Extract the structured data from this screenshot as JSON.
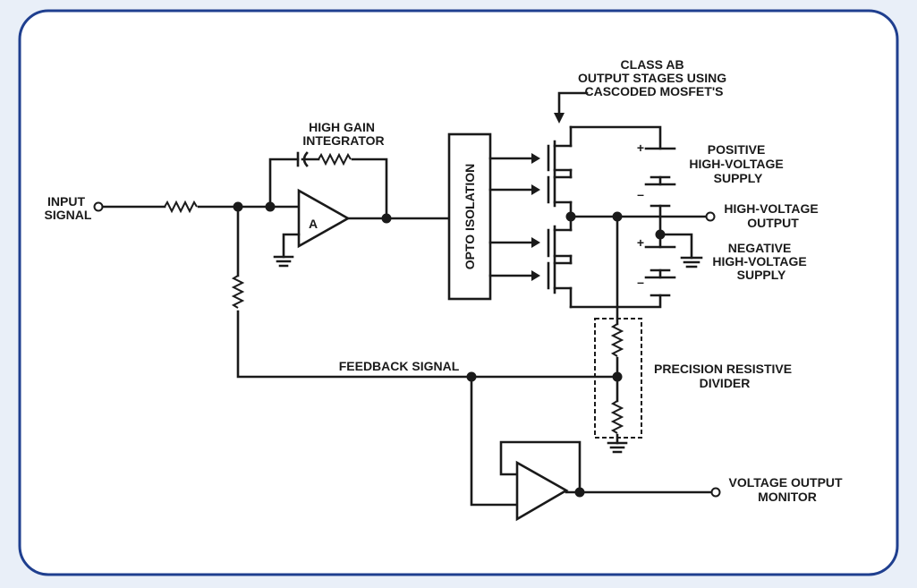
{
  "labels": {
    "input_signal": [
      "INPUT",
      "SIGNAL"
    ],
    "integrator": [
      "HIGH GAIN",
      "INTEGRATOR"
    ],
    "amp_letter": "A",
    "opto": "OPTO ISOLATION",
    "class_ab": [
      "CLASS AB",
      "OUTPUT STAGES USING",
      "CASCODED MOSFET'S"
    ],
    "positive_supply": [
      "POSITIVE",
      "HIGH-VOLTAGE",
      "SUPPLY"
    ],
    "hv_output": [
      "HIGH-VOLTAGE",
      "OUTPUT"
    ],
    "negative_supply": [
      "NEGATIVE",
      "HIGH-VOLTAGE",
      "SUPPLY"
    ],
    "feedback": "FEEDBACK SIGNAL",
    "divider": [
      "PRECISION RESISTIVE",
      "DIVIDER"
    ],
    "monitor": [
      "VOLTAGE OUTPUT",
      "MONITOR"
    ],
    "plus": "+",
    "minus": "–"
  },
  "colors": {
    "background": "#e9eff8",
    "panel": "#ffffff",
    "border": "#1f3f8f",
    "ink": "#1a1a1a"
  }
}
